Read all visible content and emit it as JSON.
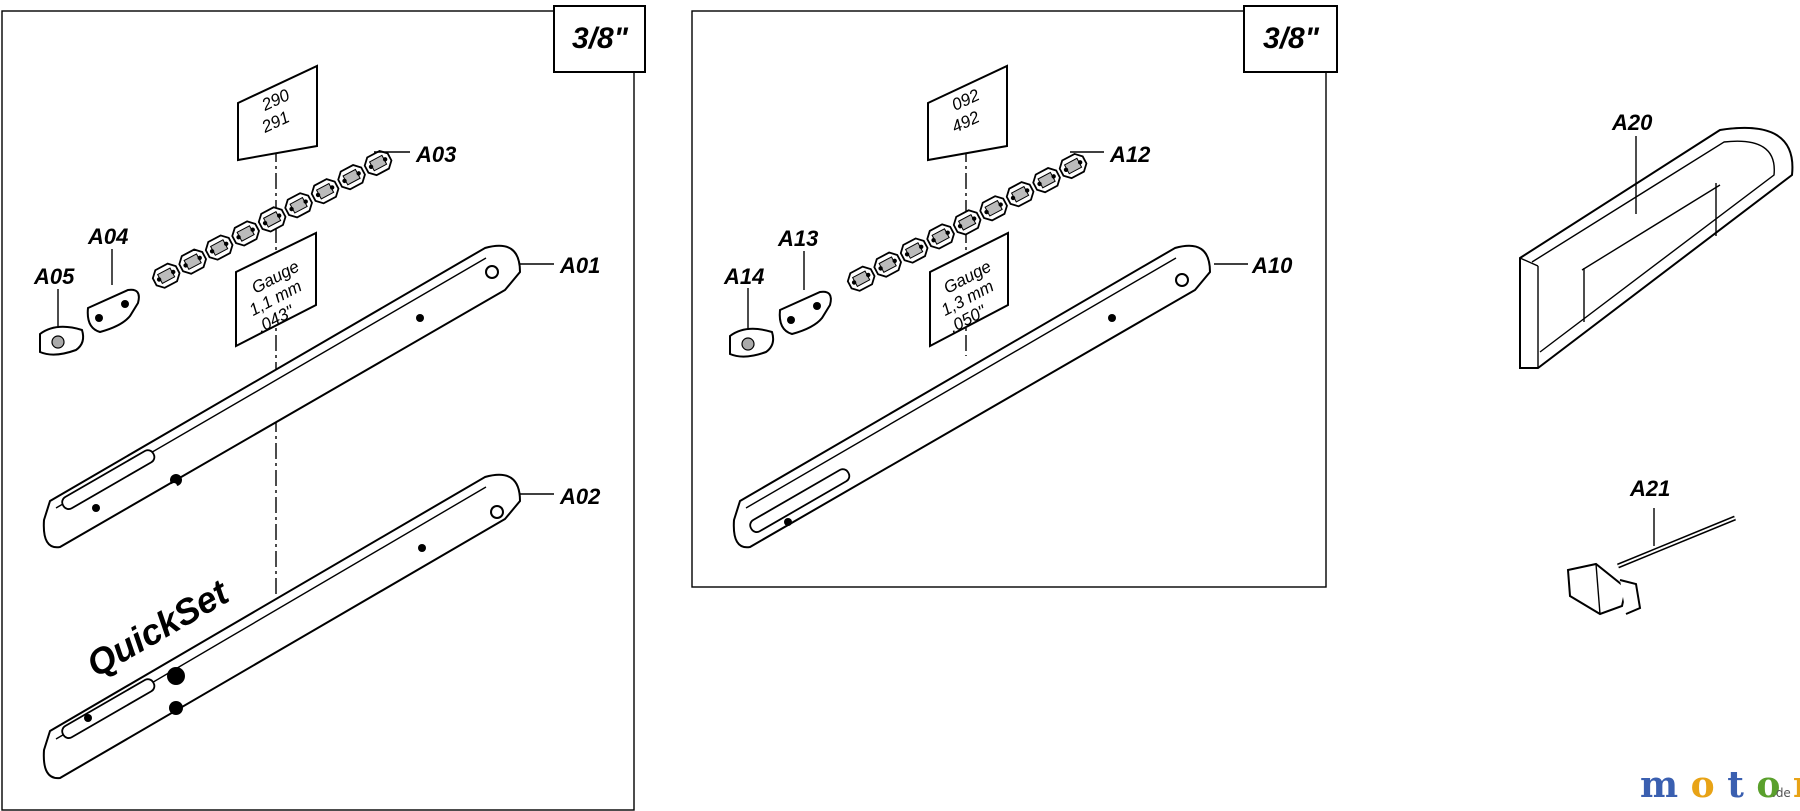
{
  "panels": [
    {
      "pitch": "3/8\"",
      "chain_codes": [
        "290",
        "291"
      ],
      "gauge": [
        "Gauge",
        "1,1 mm",
        ".043\""
      ],
      "labels": {
        "bar": "A01",
        "bar_quickset": "A02",
        "chain": "A03",
        "sprocket_nose": "A04",
        "rivet": "A05"
      },
      "brand": "QuickSet"
    },
    {
      "pitch": "3/8\"",
      "chain_codes": [
        "092",
        "492"
      ],
      "gauge": [
        "Gauge",
        "1,3 mm",
        ".050\""
      ],
      "labels": {
        "bar": "A10",
        "chain": "A12",
        "sprocket_nose": "A13",
        "rivet": "A14"
      }
    }
  ],
  "accessories": {
    "scabbard": "A20",
    "tool": "A21"
  },
  "watermark": {
    "brand": "motoruf",
    "suffix": ".de",
    "colors": [
      "#3a5fb0",
      "#e8a316",
      "#3a5fb0",
      "#5aa02c",
      "#e8a316",
      "#c0392b",
      "#3a5fb0"
    ]
  }
}
